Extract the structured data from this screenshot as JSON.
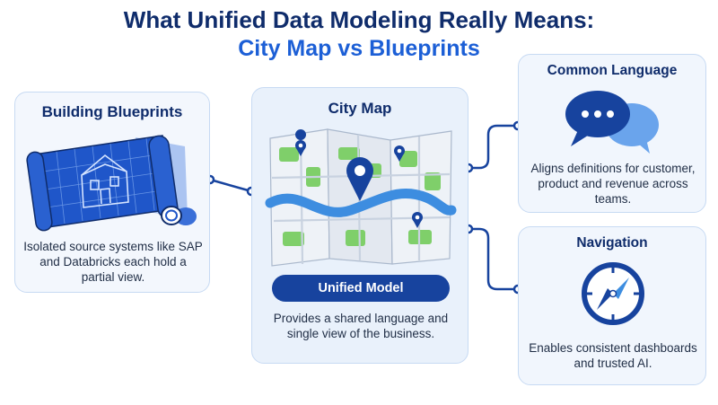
{
  "title": {
    "line1": "What Unified Data Modeling Really Means:",
    "line2": "City Map vs Blueprints"
  },
  "blueprints": {
    "title": "Building Blueprints",
    "text": "Isolated source systems like SAP and Databricks each hold a partial view.",
    "icon": "blueprint-rolls-icon"
  },
  "city_map": {
    "title": "City Map",
    "badge": "Unified Model",
    "text": "Provides a shared language and single view of the business.",
    "icon": "folded-city-map-icon"
  },
  "common_language": {
    "title": "Common Language",
    "text": "Aligns definitions for customer, product and revenue across teams.",
    "icon": "chat-bubbles-icon"
  },
  "navigation": {
    "title": "Navigation",
    "text": "Enables consistent dashboards and trusted AI.",
    "icon": "compass-icon"
  },
  "colors": {
    "navy": "#0f2c6b",
    "blue": "#1c5fd6",
    "card_border": "#c7daf3",
    "card_bg": "#f1f6fd"
  }
}
